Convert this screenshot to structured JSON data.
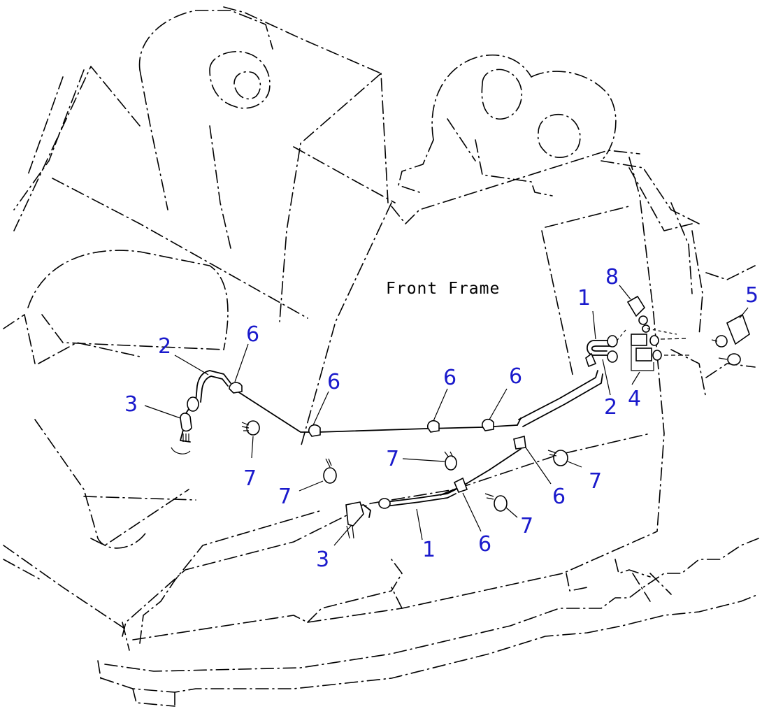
{
  "diagram": {
    "label": "Front Frame",
    "callout_color": "#1a1acc",
    "callouts": [
      {
        "id": "c1a",
        "text": "1"
      },
      {
        "id": "c1b",
        "text": "1"
      },
      {
        "id": "c2a",
        "text": "2"
      },
      {
        "id": "c2b",
        "text": "2"
      },
      {
        "id": "c3a",
        "text": "3"
      },
      {
        "id": "c3b",
        "text": "3"
      },
      {
        "id": "c4",
        "text": "4"
      },
      {
        "id": "c5",
        "text": "5"
      },
      {
        "id": "c6a",
        "text": "6"
      },
      {
        "id": "c6b",
        "text": "6"
      },
      {
        "id": "c6c",
        "text": "6"
      },
      {
        "id": "c6d",
        "text": "6"
      },
      {
        "id": "c6e",
        "text": "6"
      },
      {
        "id": "c6f",
        "text": "6"
      },
      {
        "id": "c7a",
        "text": "7"
      },
      {
        "id": "c7b",
        "text": "7"
      },
      {
        "id": "c7c",
        "text": "7"
      },
      {
        "id": "c7d",
        "text": "7"
      },
      {
        "id": "c7e",
        "text": "7"
      },
      {
        "id": "c8",
        "text": "8"
      }
    ]
  }
}
